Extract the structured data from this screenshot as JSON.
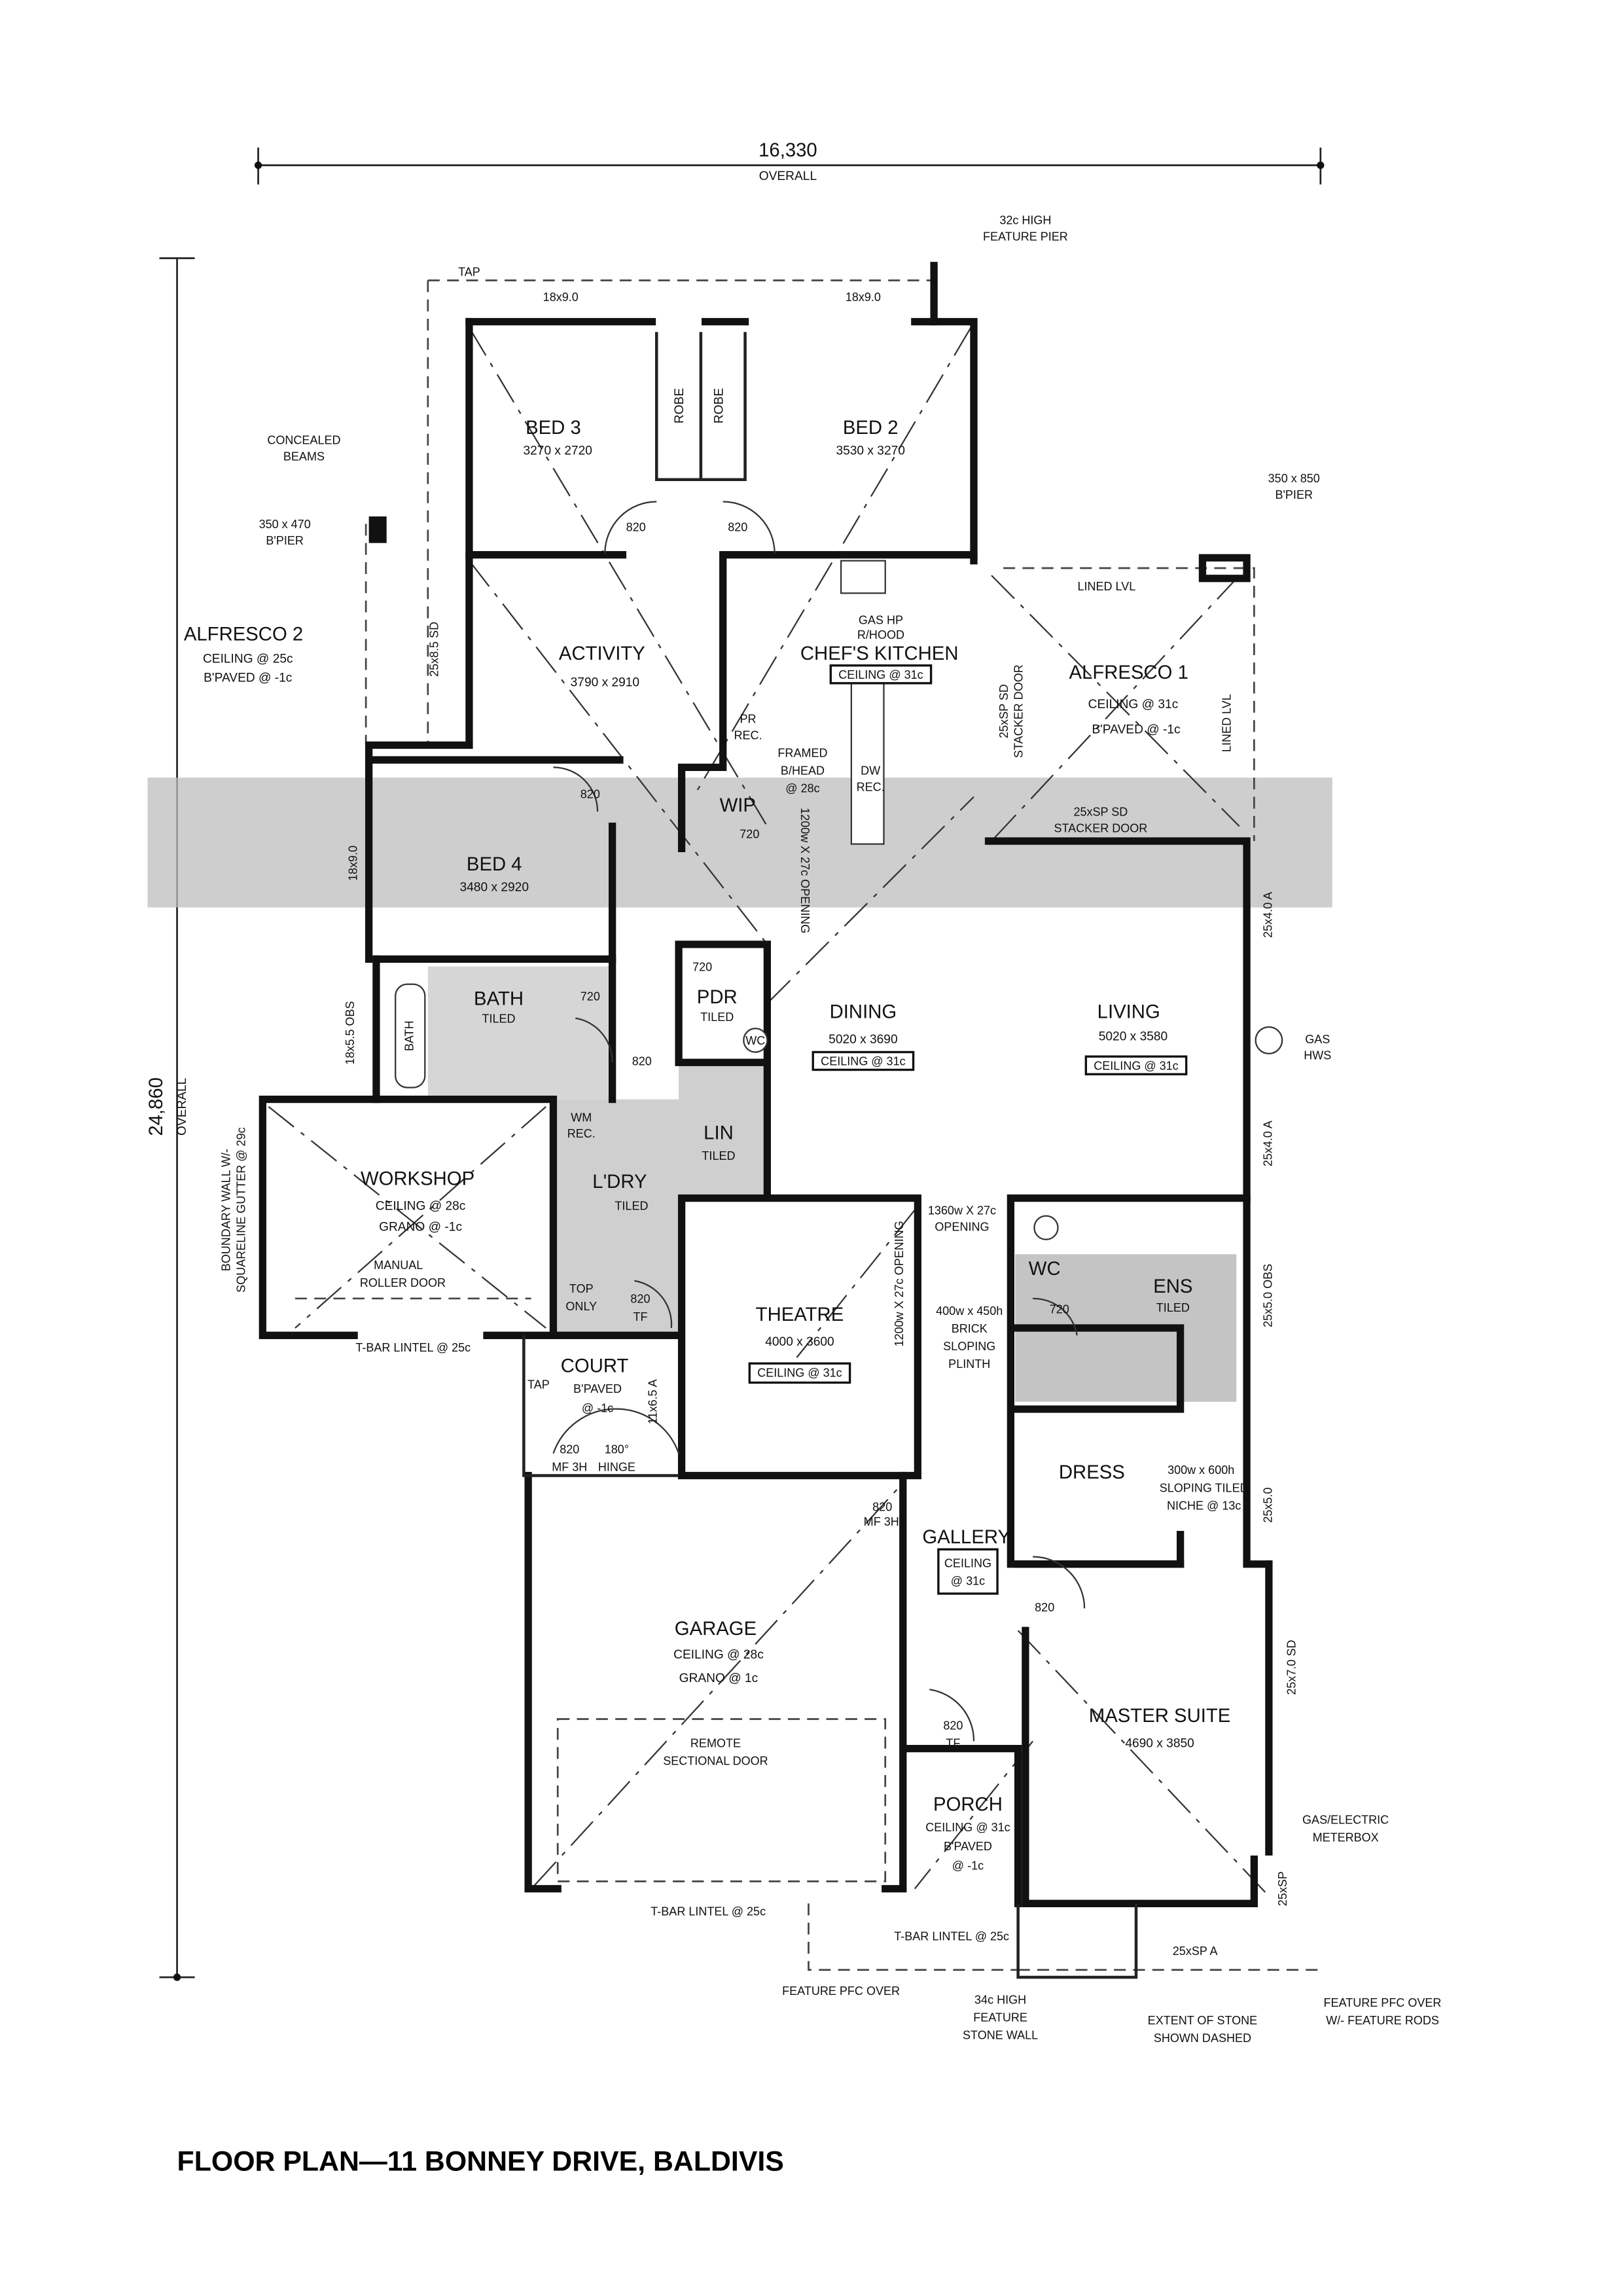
{
  "title": "FLOOR PLAN—11 BONNEY DRIVE, BALDIVIS",
  "dimensions": {
    "overall_width": "16,330",
    "overall_depth": "24,860",
    "overall_label": "OVERALL"
  },
  "rooms": {
    "bed3": {
      "name": "BED 3",
      "size": "3270 x 2720"
    },
    "bed2": {
      "name": "BED 2",
      "size": "3530 x 3270"
    },
    "robe": "ROBE",
    "activity": {
      "name": "ACTIVITY",
      "size": "3790 x 2910"
    },
    "kitchen": {
      "name": "CHEF'S KITCHEN",
      "ceiling": "CEILING @ 31c",
      "note1": "GAS HP",
      "note2": "R/HOOD"
    },
    "alfresco1": {
      "name": "ALFRESCO 1",
      "ceiling": "CEILING @ 31c",
      "paved": "B'PAVED @ -1c"
    },
    "alfresco2": {
      "name": "ALFRESCO 2",
      "ceiling": "CEILING @ 25c",
      "paved": "B'PAVED @ -1c"
    },
    "bed4": {
      "name": "BED 4",
      "size": "3480 x 2920"
    },
    "wip": "WIP",
    "bath": {
      "name": "BATH",
      "finish": "TILED",
      "tub": "BATH"
    },
    "pdr": {
      "name": "PDR",
      "finish": "TILED",
      "wc": "WC"
    },
    "dining": {
      "name": "DINING",
      "size": "5020 x 3690",
      "ceiling": "CEILING @ 31c"
    },
    "living": {
      "name": "LIVING",
      "size": "5020 x 3580",
      "ceiling": "CEILING @ 31c"
    },
    "workshop": {
      "name": "WORKSHOP",
      "ceiling": "CEILING @ 28c",
      "floor": "GRANO @ -1c",
      "door1": "MANUAL",
      "door2": "ROLLER DOOR"
    },
    "laundry": {
      "name": "L'DRY",
      "finish": "TILED",
      "wm": "WM",
      "rec": "REC.",
      "top1": "TOP",
      "top2": "ONLY"
    },
    "linen": {
      "name": "LIN",
      "finish": "TILED"
    },
    "theatre": {
      "name": "THEATRE",
      "size": "4000 x 3600",
      "ceiling": "CEILING @ 31c"
    },
    "ensuite": {
      "name": "ENS",
      "finish": "TILED",
      "wc": "WC"
    },
    "court": {
      "name": "COURT",
      "paved": "B'PAVED",
      "level": "@ -1c"
    },
    "dress": {
      "name": "DRESS"
    },
    "gallery": {
      "name": "GALLERY",
      "ceiling1": "CEILING",
      "ceiling2": "@ 31c"
    },
    "garage": {
      "name": "GARAGE",
      "ceiling": "CEILING @ 28c",
      "floor": "GRANO @ 1c",
      "door1": "REMOTE",
      "door2": "SECTIONAL DOOR"
    },
    "master": {
      "name": "MASTER SUITE",
      "size": "4690 x 3850"
    },
    "porch": {
      "name": "PORCH",
      "ceiling": "CEILING @ 31c",
      "paved": "B'PAVED",
      "level": "@ -1c"
    }
  },
  "annotations": {
    "feature_pier": [
      "32c HIGH",
      "FEATURE PIER"
    ],
    "tap": "TAP",
    "window_18x9": "18x9.0",
    "concealed_beams": [
      "CONCEALED",
      "BEAMS"
    ],
    "bpier_left": [
      "350 x 470",
      "B'PIER"
    ],
    "bpier_right": [
      "350 x 850",
      "B'PIER"
    ],
    "lined_lvl": "LINED LVL",
    "stacker_door_v": [
      "25xSP SD",
      "STACKER DOOR"
    ],
    "stacker_door_h": [
      "25xSP SD",
      "STACKER DOOR"
    ],
    "sd_left": "25x8.5 SD",
    "framed": [
      "FRAMED",
      "B/HEAD",
      "@ 28c"
    ],
    "pr_rec": [
      "PR",
      "REC."
    ],
    "dw_rec": [
      "DW",
      "REC."
    ],
    "opening_vertical": "1200w X 27c OPENING",
    "opening_1360": [
      "1360w X 27c",
      "OPENING"
    ],
    "opening_1200": "1200w X 27c OPENING",
    "brick_plinth": [
      "400w x 450h",
      "BRICK",
      "SLOPING",
      "PLINTH"
    ],
    "niche": [
      "300w x 600h",
      "SLOPING TILED",
      "NICHE @ 13c"
    ],
    "gas_hw": [
      "GAS",
      "HWS"
    ],
    "boundary_wall": [
      "BOUNDARY WALL W/-",
      "SQUARELINE GUTTER @ 29c"
    ],
    "tbar_workshop": "T-BAR LINTEL @ 25c",
    "tbar_garage": "T-BAR LINTEL @ 25c",
    "tbar_porch": "T-BAR LINTEL @ 25c",
    "court_door": [
      "820",
      "180°",
      "MF 3H",
      "HINGE"
    ],
    "court_win": "11x6.5 A",
    "mf3hs": "MF 3HS",
    "meterbox": [
      "GAS/ELECTRIC",
      "METERBOX"
    ],
    "feature_pfc_over": "FEATURE PFC OVER",
    "stone_wall": [
      "34c HIGH",
      "FEATURE",
      "STONE WALL"
    ],
    "extent_stone": [
      "EXTENT OF STONE",
      "SHOWN DASHED"
    ],
    "pfc_rods": [
      "FEATURE PFC OVER",
      "W/- FEATURE RODS"
    ],
    "win_25x4": "25x4.0 A",
    "win_25x5obs": "25x5.0 OBS",
    "win_25x5": "25x5.0",
    "win_25x7sd": "25x7.0 SD",
    "win_25sp": "25xSP",
    "win_25spa": "25xSP A",
    "win_18x9": "18x9.0",
    "win_18x5obs": "18x5.5 OBS",
    "door_820": "820",
    "door_720": "720",
    "door_820tf": [
      "820",
      "TF"
    ]
  }
}
